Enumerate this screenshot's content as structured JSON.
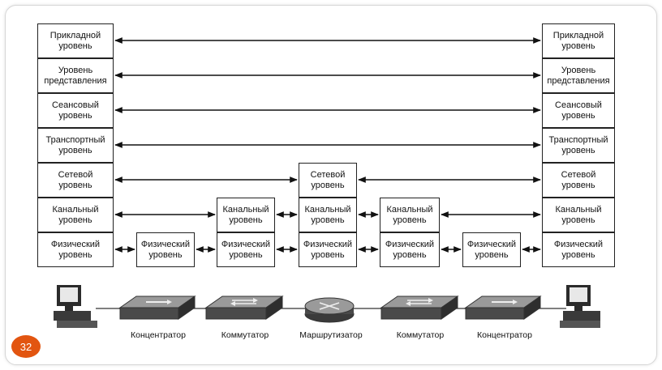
{
  "left_stack": [
    {
      "l1": "Прикладной",
      "l2": "уровень"
    },
    {
      "l1": "Уровень",
      "l2": "представления"
    },
    {
      "l1": "Сеансовый",
      "l2": "уровень"
    },
    {
      "l1": "Транспортный",
      "l2": "уровень"
    },
    {
      "l1": "Сетевой",
      "l2": "уровень"
    },
    {
      "l1": "Канальный",
      "l2": "уровень"
    },
    {
      "l1": "Физический",
      "l2": "уровень"
    }
  ],
  "right_stack": [
    {
      "l1": "Прикладной",
      "l2": "уровень"
    },
    {
      "l1": "Уровень",
      "l2": "представления"
    },
    {
      "l1": "Сеансовый",
      "l2": "уровень"
    },
    {
      "l1": "Транспортный",
      "l2": "уровень"
    },
    {
      "l1": "Сетевой",
      "l2": "уровень"
    },
    {
      "l1": "Канальный",
      "l2": "уровень"
    },
    {
      "l1": "Физический",
      "l2": "уровень"
    }
  ],
  "hub_left": {
    "phys": {
      "l1": "Физический",
      "l2": "уровень"
    }
  },
  "switch_left": {
    "link": {
      "l1": "Канальный",
      "l2": "уровень"
    },
    "phys": {
      "l1": "Физический",
      "l2": "уровень"
    }
  },
  "router": {
    "net": {
      "l1": "Сетевой",
      "l2": "уровень"
    },
    "link": {
      "l1": "Канальный",
      "l2": "уровень"
    },
    "phys": {
      "l1": "Физический",
      "l2": "уровень"
    }
  },
  "switch_right": {
    "link": {
      "l1": "Канальный",
      "l2": "уровень"
    },
    "phys": {
      "l1": "Физический",
      "l2": "уровень"
    }
  },
  "hub_right": {
    "phys": {
      "l1": "Физический",
      "l2": "уровень"
    }
  },
  "devices": {
    "hub1": "Концентратор",
    "switch1": "Коммутатор",
    "router": "Маршрутизатор",
    "switch2": "Коммутатор",
    "hub2": "Концентратор"
  },
  "icons": [
    "computer-icon",
    "hub-icon",
    "switch-icon",
    "router-icon",
    "switch-icon",
    "hub-icon",
    "computer-icon"
  ],
  "slide_number": "32",
  "colors": {
    "accent": "#e25510"
  }
}
